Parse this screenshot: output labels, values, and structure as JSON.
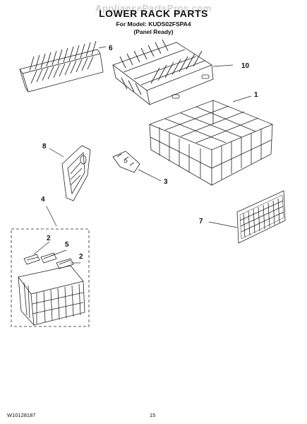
{
  "header": {
    "watermark": "AppliancePartsPros.com",
    "title": "LOWER RACK PARTS",
    "model_line": "For Model: KUDS02FSPA4",
    "variant_line": "(Panel Ready)"
  },
  "callouts": {
    "c6": "6",
    "c10": "10",
    "c1": "1",
    "c8": "8",
    "c3": "3",
    "c4": "4",
    "c7": "7",
    "c2a": "2",
    "c5": "5",
    "c2b": "2"
  },
  "footer": {
    "doc_number": "W10128187",
    "page_number": "15"
  }
}
